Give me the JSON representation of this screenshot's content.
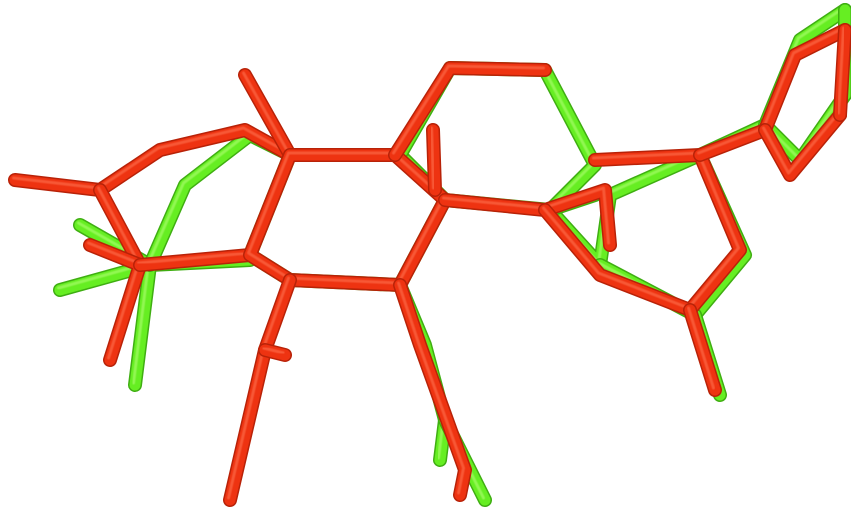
{
  "image": {
    "background": "#ffffff",
    "subject": "molecular-structure-overlay"
  },
  "structures": [
    {
      "id": "green",
      "color": "#66ee22",
      "highlight": "#b6ff7a",
      "shade": "#3fae12"
    },
    {
      "id": "red",
      "color": "#ee3311",
      "highlight": "#ff7755",
      "shade": "#b82208"
    }
  ]
}
